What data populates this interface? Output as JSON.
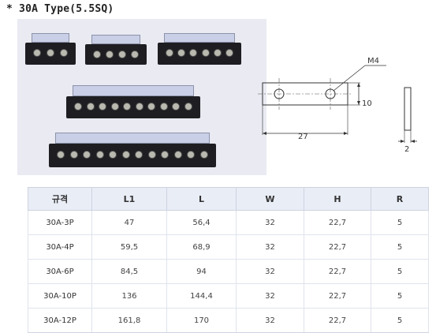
{
  "title": "* 30A Type(5.5SQ)",
  "drawing": {
    "hole_label": "M4",
    "length_label": "27",
    "height_label": "10",
    "thickness_label": "2"
  },
  "table": {
    "headers": [
      "규격",
      "L1",
      "L",
      "W",
      "H",
      "R"
    ],
    "rows": [
      [
        "30A-3P",
        "47",
        "56,4",
        "32",
        "22,7",
        "5"
      ],
      [
        "30A-4P",
        "59,5",
        "68,9",
        "32",
        "22,7",
        "5"
      ],
      [
        "30A-6P",
        "84,5",
        "94",
        "32",
        "22,7",
        "5"
      ],
      [
        "30A-10P",
        "136",
        "144,4",
        "32",
        "22,7",
        "5"
      ],
      [
        "30A-12P",
        "161,8",
        "170",
        "32",
        "22,7",
        "5"
      ]
    ]
  }
}
